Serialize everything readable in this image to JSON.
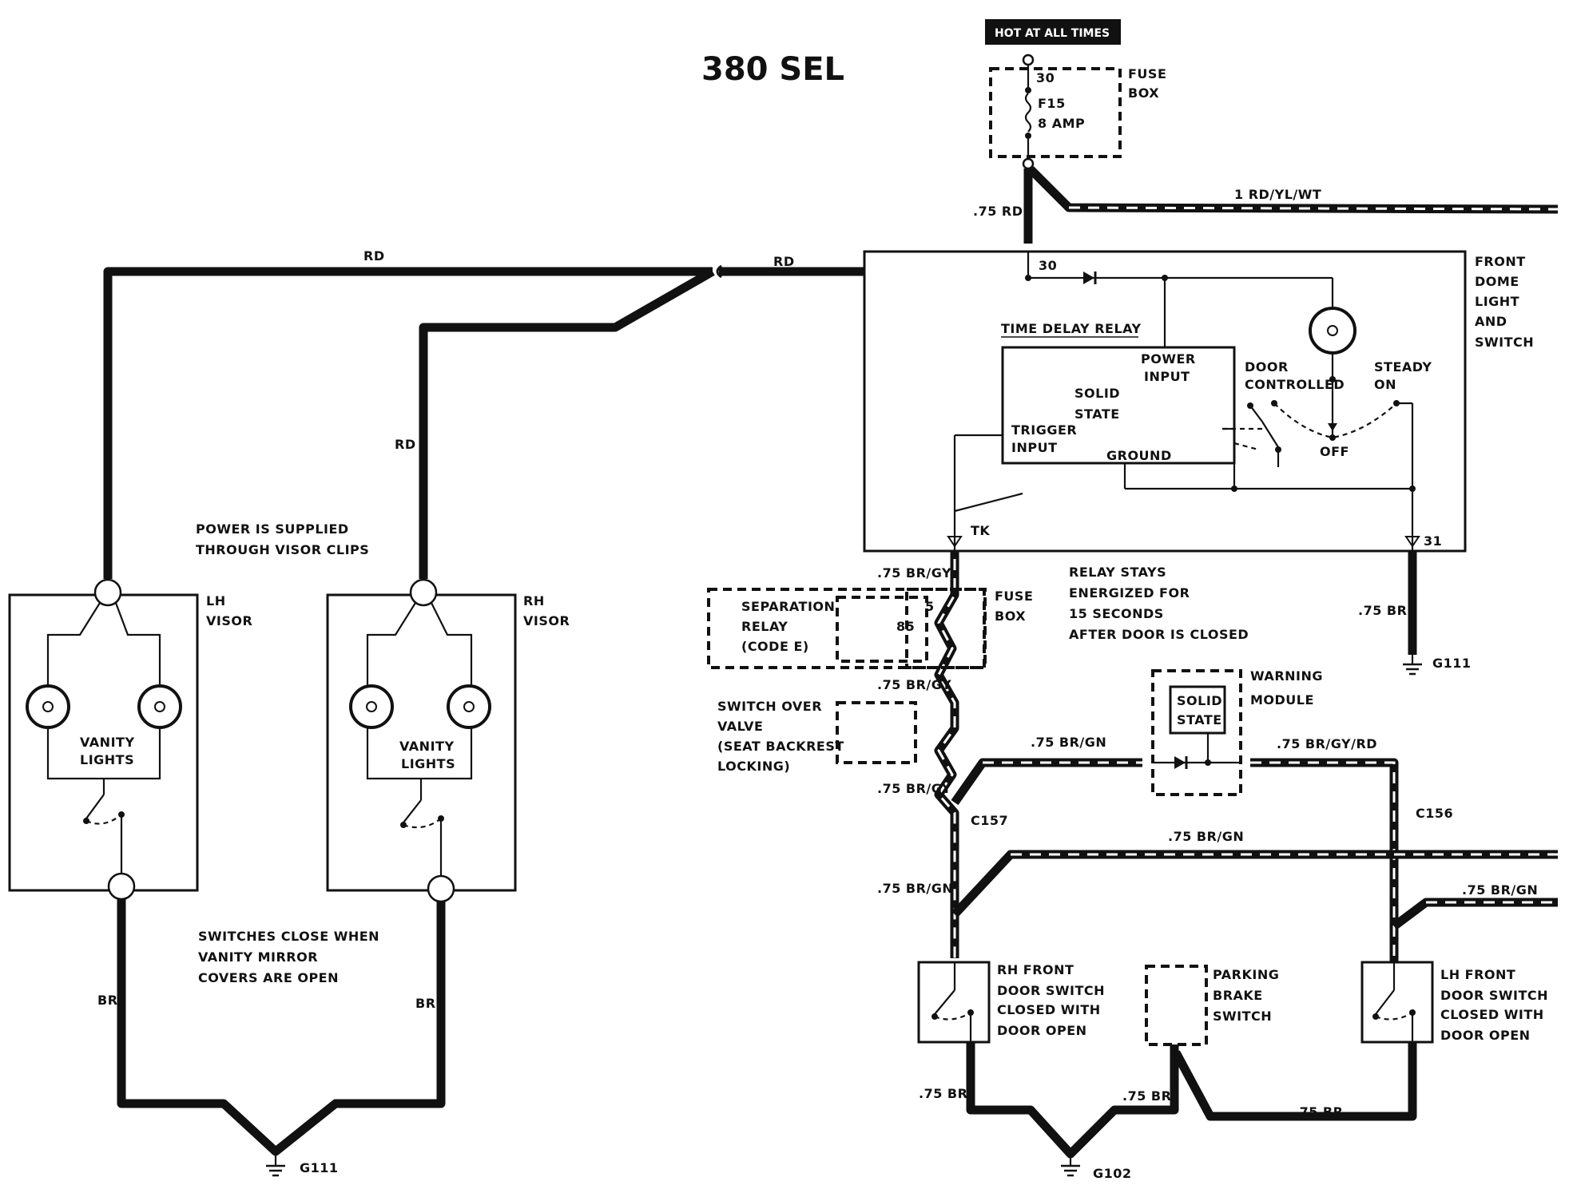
{
  "title": "380 SEL",
  "hot_banner": "HOT AT ALL TIMES",
  "fuse_box_top": {
    "label_line1": "FUSE",
    "label_line2": "BOX",
    "terminal": "30",
    "fuse_name": "F15",
    "fuse_rating": "8 AMP"
  },
  "front_dome": {
    "label_lines": [
      "FRONT",
      "DOME",
      "LIGHT",
      "AND",
      "SWITCH"
    ],
    "terminal_in": "30",
    "terminal_ground": "31",
    "terminal_tk": "TK",
    "relay_title": "TIME DELAY RELAY",
    "solid_state_l1": "SOLID",
    "solid_state_l2": "STATE",
    "power_input_l1": "POWER",
    "power_input_l2": "INPUT",
    "trigger_input_l1": "TRIGGER",
    "trigger_input_l2": "INPUT",
    "ground": "GROUND",
    "door_controlled_l1": "DOOR",
    "door_controlled_l2": "CONTROLLED",
    "steady_on_l1": "STEADY",
    "steady_on_l2": "ON",
    "off": "OFF"
  },
  "wires": {
    "rd_1": "RD",
    "rd_2": "RD",
    "rd_3": "RD",
    "rd_075": ".75 RD",
    "rd_yl_wt": "1 RD/YL/WT",
    "br_gy_1": ".75 BR/GY",
    "br_gy_2": ".75 BR/GY",
    "br_gy_3": ".75 BR/GY",
    "br_075_right": ".75 BR",
    "br_gn_1": ".75 BR/GN",
    "br_gy_rd": ".75 BR/GY/RD",
    "br_gn_2": ".75 BR/GN",
    "br_gn_3": ".75 BR/GN",
    "br_gn_4": ".75 BR/GN",
    "br_left": "BR",
    "br_right": "BR",
    "br_b1": ".75 BR",
    "br_b2": ".75 BR",
    "br_b3": ".75 BR"
  },
  "grounds": {
    "g111_right": "G111",
    "g111_bottom": "G111",
    "g102": "G102"
  },
  "connectors": {
    "c157": "C157",
    "c156": "C156"
  },
  "separation_relay": {
    "l1": "SEPARATION",
    "l2": "RELAY",
    "l3": "(CODE E)",
    "pin5": "5",
    "pin85": "85"
  },
  "fuse_box_mid": {
    "l1": "FUSE",
    "l2": "BOX"
  },
  "switch_over_valve": {
    "l1": "SWITCH OVER",
    "l2": "VALVE",
    "l3": "(SEAT BACKREST",
    "l4": "LOCKING)"
  },
  "warning_module": {
    "l1": "WARNING",
    "l2": "MODULE",
    "inner_l1": "SOLID",
    "inner_l2": "STATE"
  },
  "relay_note": [
    "RELAY STAYS",
    "ENERGIZED FOR",
    "15 SECONDS",
    "AFTER DOOR IS CLOSED"
  ],
  "power_note": [
    "POWER IS SUPPLIED",
    "THROUGH VISOR CLIPS"
  ],
  "switch_note": [
    "SWITCHES CLOSE WHEN",
    "VANITY MIRROR",
    "COVERS ARE OPEN"
  ],
  "lh_visor": {
    "l1": "LH",
    "l2": "VISOR",
    "vanity_l1": "VANITY",
    "vanity_l2": "LIGHTS"
  },
  "rh_visor": {
    "l1": "RH",
    "l2": "VISOR",
    "vanity_l1": "VANITY",
    "vanity_l2": "LIGHTS"
  },
  "rh_door_switch": [
    "RH FRONT",
    "DOOR SWITCH",
    "CLOSED WITH",
    "DOOR OPEN"
  ],
  "lh_door_switch": [
    "LH FRONT",
    "DOOR SWITCH",
    "CLOSED WITH",
    "DOOR OPEN"
  ],
  "parking_brake": [
    "PARKING",
    "BRAKE",
    "SWITCH"
  ]
}
